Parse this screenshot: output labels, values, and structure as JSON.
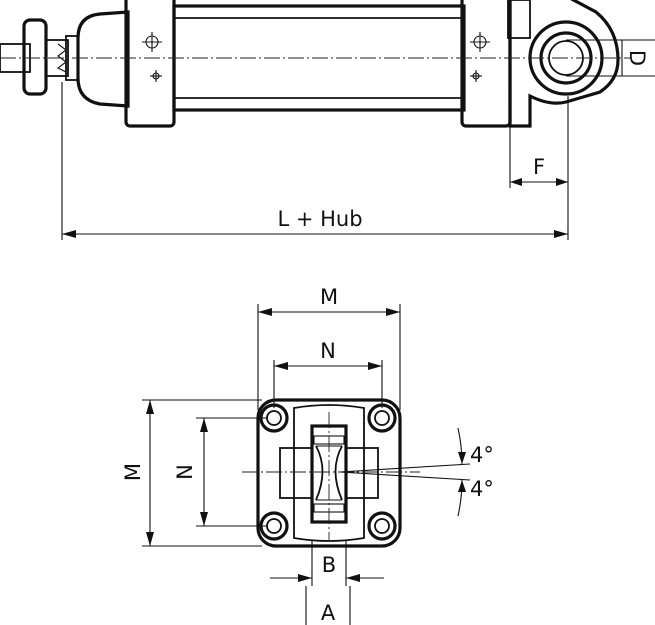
{
  "diagram": {
    "side_view": {
      "dimensions": {
        "length": "L + Hub",
        "pivot_offset": "F",
        "bore_diameter": "D"
      }
    },
    "end_view": {
      "dimensions": {
        "outer_width": "M",
        "inner_width": "N",
        "outer_height": "M",
        "inner_height": "N",
        "slot_width": "B",
        "lug_width": "A",
        "angle_upper": "4°",
        "angle_lower": "4°"
      }
    }
  }
}
